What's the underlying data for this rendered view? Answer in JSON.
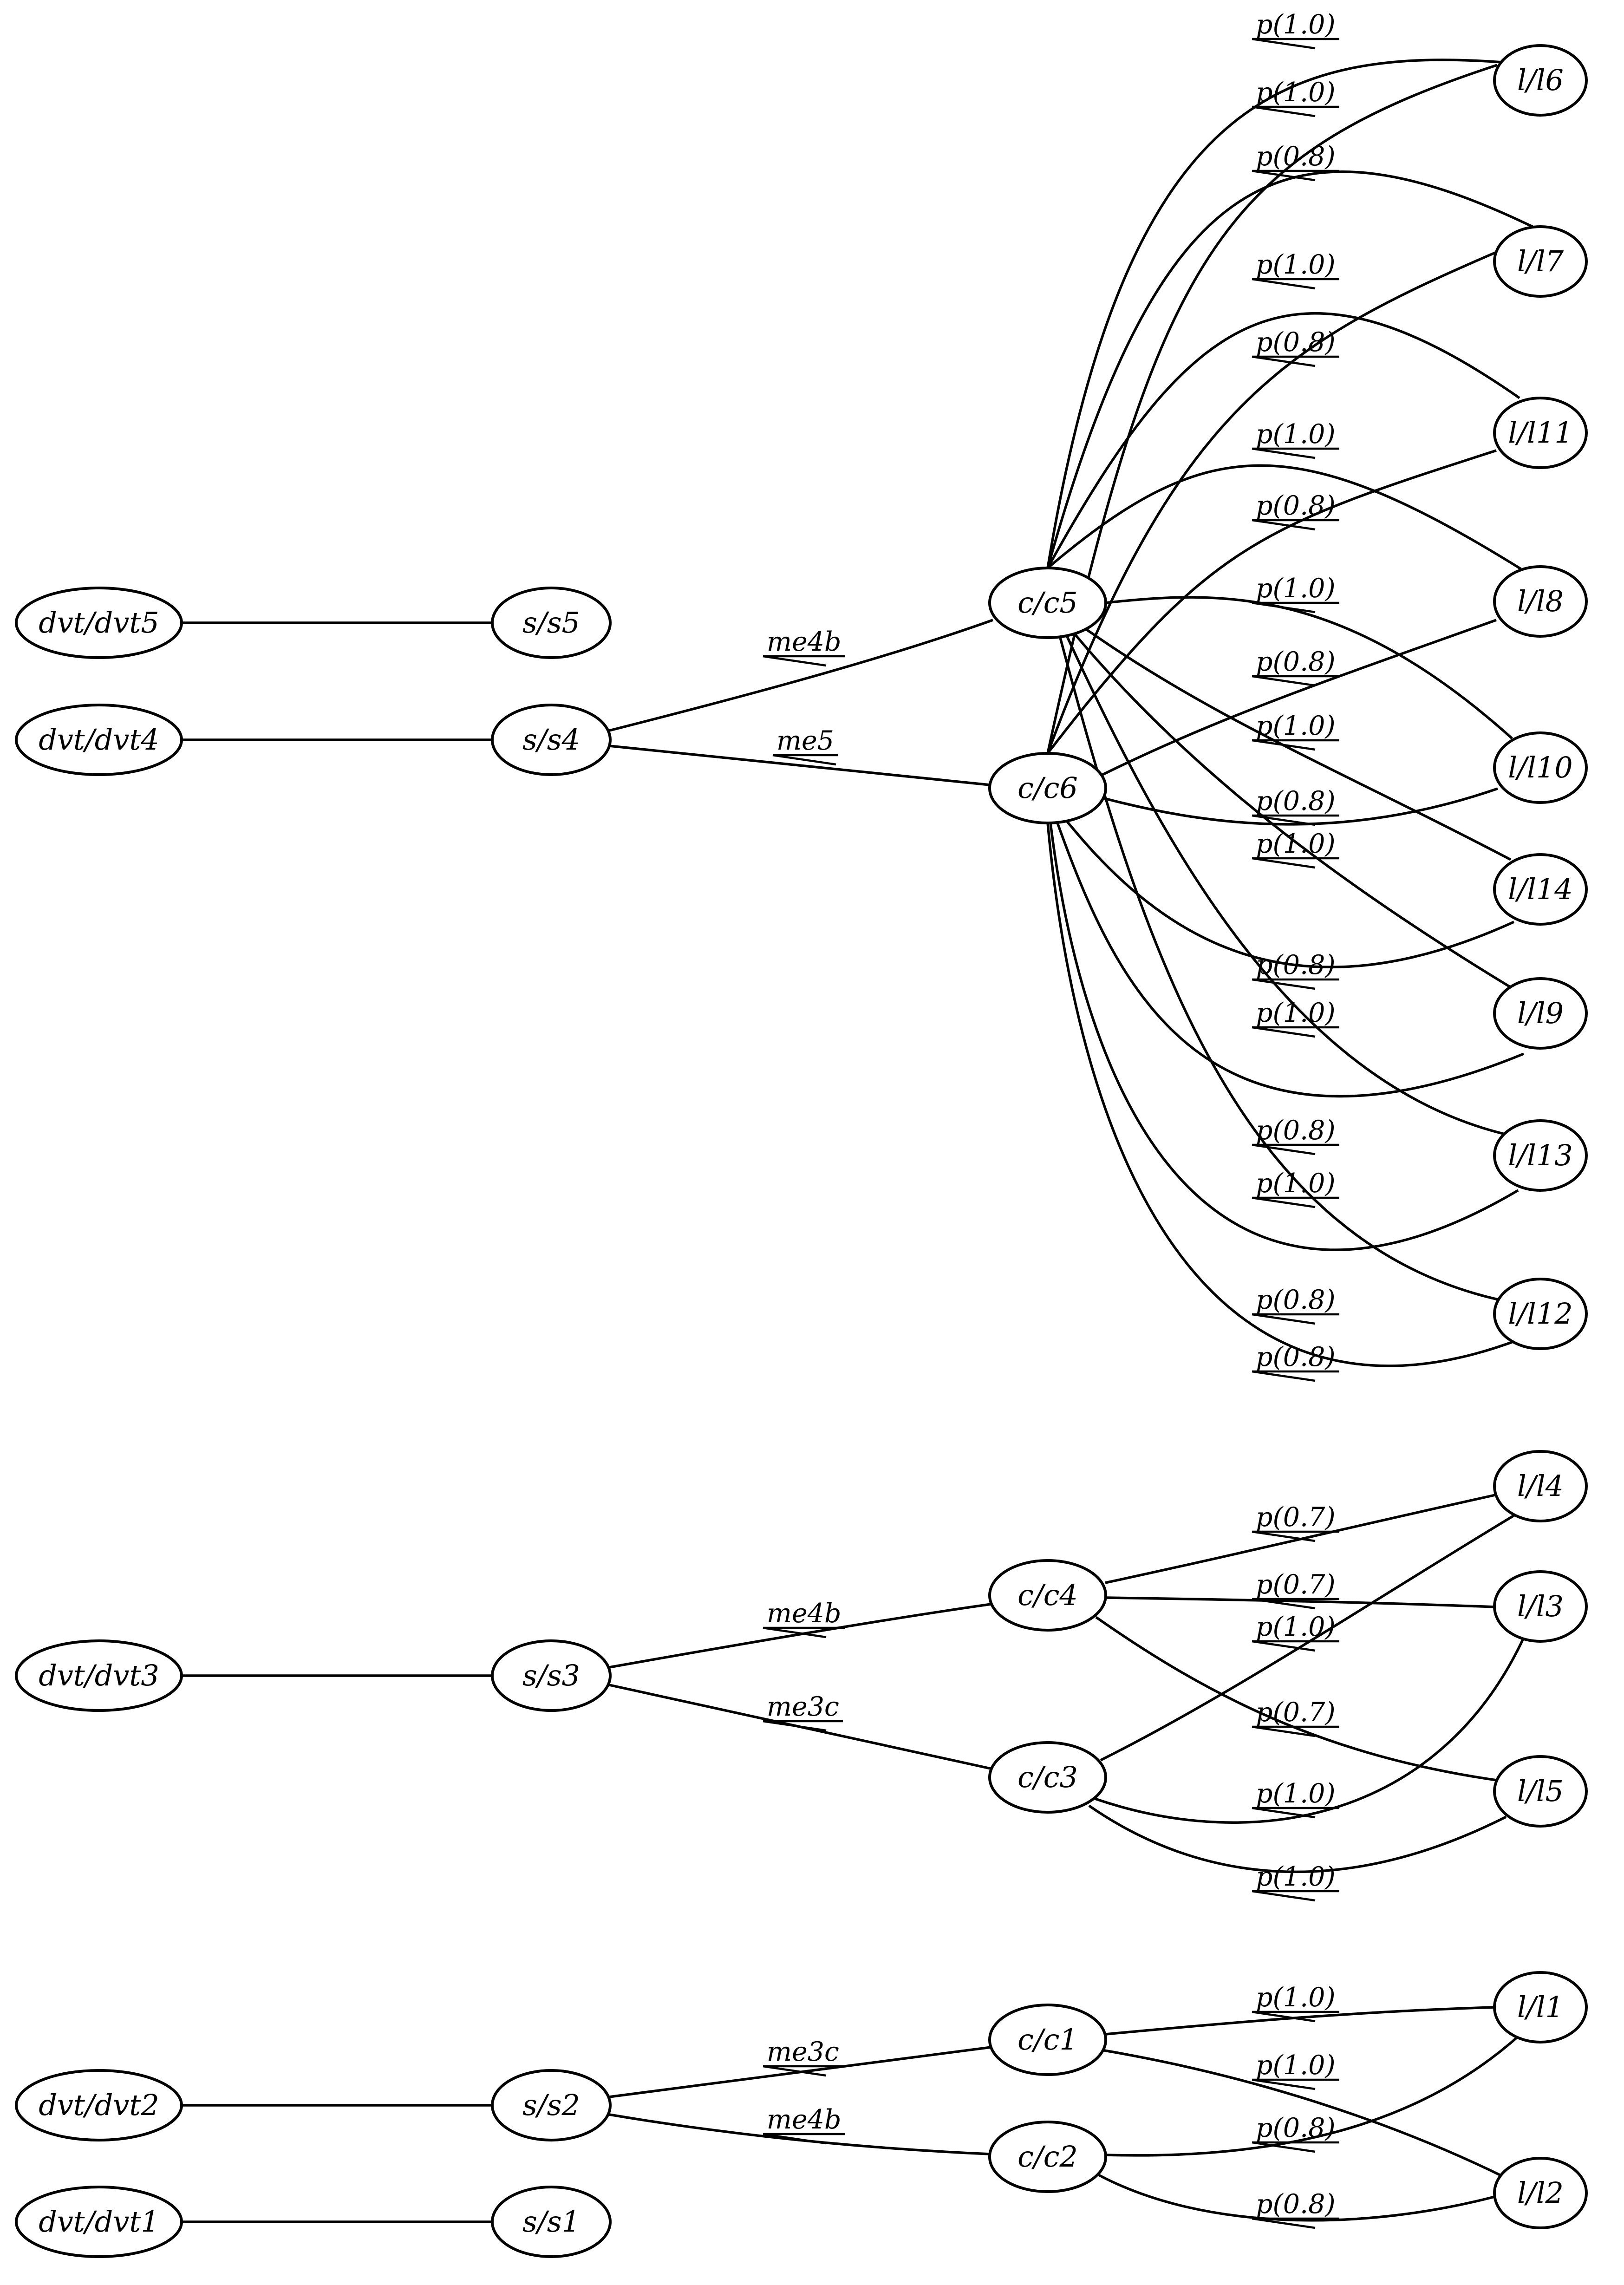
{
  "graph": {
    "nodes": [
      {
        "id": "dvt5",
        "label": "dvt/dvt5"
      },
      {
        "id": "s5",
        "label": "s/s5"
      },
      {
        "id": "dvt4",
        "label": "dvt/dvt4"
      },
      {
        "id": "s4",
        "label": "s/s4"
      },
      {
        "id": "c5",
        "label": "c/c5"
      },
      {
        "id": "c6",
        "label": "c/c6"
      },
      {
        "id": "l6",
        "label": "l/l6"
      },
      {
        "id": "l7",
        "label": "l/l7"
      },
      {
        "id": "l11",
        "label": "l/l11"
      },
      {
        "id": "l8",
        "label": "l/l8"
      },
      {
        "id": "l10",
        "label": "l/l10"
      },
      {
        "id": "l14",
        "label": "l/l14"
      },
      {
        "id": "l9",
        "label": "l/l9"
      },
      {
        "id": "l13",
        "label": "l/l13"
      },
      {
        "id": "l12",
        "label": "l/l12"
      },
      {
        "id": "dvt3",
        "label": "dvt/dvt3"
      },
      {
        "id": "s3",
        "label": "s/s3"
      },
      {
        "id": "c4",
        "label": "c/c4"
      },
      {
        "id": "c3",
        "label": "c/c3"
      },
      {
        "id": "l4",
        "label": "l/l4"
      },
      {
        "id": "l3",
        "label": "l/l3"
      },
      {
        "id": "l5",
        "label": "l/l5"
      },
      {
        "id": "dvt2",
        "label": "dvt/dvt2"
      },
      {
        "id": "s2",
        "label": "s/s2"
      },
      {
        "id": "c1",
        "label": "c/c1"
      },
      {
        "id": "c2",
        "label": "c/c2"
      },
      {
        "id": "l1",
        "label": "l/l1"
      },
      {
        "id": "l2",
        "label": "l/l2"
      },
      {
        "id": "dvt1",
        "label": "dvt/dvt1"
      },
      {
        "id": "s1",
        "label": "s/s1"
      }
    ],
    "edges": [
      {
        "id": "dvt5-s5",
        "from": "dvt5",
        "to": "s5",
        "label": ""
      },
      {
        "id": "dvt4-s4",
        "from": "dvt4",
        "to": "s4",
        "label": ""
      },
      {
        "id": "s4-c5",
        "from": "s4",
        "to": "c5",
        "label": "me4b"
      },
      {
        "id": "s4-c6",
        "from": "s4",
        "to": "c6",
        "label": "me5"
      },
      {
        "id": "c5-l6",
        "from": "c5",
        "to": "l6",
        "label": "p(1.0)"
      },
      {
        "id": "c5-l7",
        "from": "c5",
        "to": "l7",
        "label": "p(1.0)"
      },
      {
        "id": "c6-l6",
        "from": "c6",
        "to": "l6",
        "label": "p(0.8)"
      },
      {
        "id": "c5-l11",
        "from": "c5",
        "to": "l11",
        "label": "p(1.0)"
      },
      {
        "id": "c6-l7",
        "from": "c6",
        "to": "l7",
        "label": "p(0.8)"
      },
      {
        "id": "c5-l8",
        "from": "c5",
        "to": "l8",
        "label": "p(1.0)"
      },
      {
        "id": "c6-l11",
        "from": "c6",
        "to": "l11",
        "label": "p(0.8)"
      },
      {
        "id": "c5-l10",
        "from": "c5",
        "to": "l10",
        "label": "p(1.0)"
      },
      {
        "id": "c6-l8",
        "from": "c6",
        "to": "l8",
        "label": "p(0.8)"
      },
      {
        "id": "c5-l14",
        "from": "c5",
        "to": "l14",
        "label": "p(1.0)"
      },
      {
        "id": "c6-l10",
        "from": "c6",
        "to": "l10",
        "label": "p(0.8)"
      },
      {
        "id": "c5-l9",
        "from": "c5",
        "to": "l9",
        "label": "p(1.0)"
      },
      {
        "id": "c6-l14",
        "from": "c6",
        "to": "l14",
        "label": "p(0.8)"
      },
      {
        "id": "c5-l13",
        "from": "c5",
        "to": "l13",
        "label": "p(1.0)"
      },
      {
        "id": "c6-l9",
        "from": "c6",
        "to": "l9",
        "label": "p(0.8)"
      },
      {
        "id": "c5-l12",
        "from": "c5",
        "to": "l12",
        "label": "p(1.0)"
      },
      {
        "id": "c6-l13",
        "from": "c6",
        "to": "l13",
        "label": "p(0.8)"
      },
      {
        "id": "c6-l12",
        "from": "c6",
        "to": "l12",
        "label": "p(0.8)"
      },
      {
        "id": "dvt3-s3",
        "from": "dvt3",
        "to": "s3",
        "label": ""
      },
      {
        "id": "s3-c4",
        "from": "s3",
        "to": "c4",
        "label": "me4b"
      },
      {
        "id": "s3-c3",
        "from": "s3",
        "to": "c3",
        "label": "me3c"
      },
      {
        "id": "c4-l4",
        "from": "c4",
        "to": "l4",
        "label": "p(0.7)"
      },
      {
        "id": "c4-l3",
        "from": "c4",
        "to": "l3",
        "label": "p(0.7)"
      },
      {
        "id": "c3-l4",
        "from": "c3",
        "to": "l4",
        "label": "p(1.0)"
      },
      {
        "id": "c4-l5",
        "from": "c4",
        "to": "l5",
        "label": "p(0.7)"
      },
      {
        "id": "c3-l3",
        "from": "c3",
        "to": "l3",
        "label": "p(1.0)"
      },
      {
        "id": "c3-l5",
        "from": "c3",
        "to": "l5",
        "label": "p(1.0)"
      },
      {
        "id": "dvt2-s2",
        "from": "dvt2",
        "to": "s2",
        "label": ""
      },
      {
        "id": "s2-c1",
        "from": "s2",
        "to": "c1",
        "label": "me3c"
      },
      {
        "id": "s2-c2",
        "from": "s2",
        "to": "c2",
        "label": "me4b"
      },
      {
        "id": "c1-l1",
        "from": "c1",
        "to": "l1",
        "label": "p(1.0)"
      },
      {
        "id": "c1-l2",
        "from": "c1",
        "to": "l2",
        "label": "p(1.0)"
      },
      {
        "id": "c2-l1",
        "from": "c2",
        "to": "l1",
        "label": "p(0.8)"
      },
      {
        "id": "c2-l2",
        "from": "c2",
        "to": "l2",
        "label": "p(0.8)"
      },
      {
        "id": "dvt1-s1",
        "from": "dvt1",
        "to": "s1",
        "label": ""
      }
    ]
  }
}
